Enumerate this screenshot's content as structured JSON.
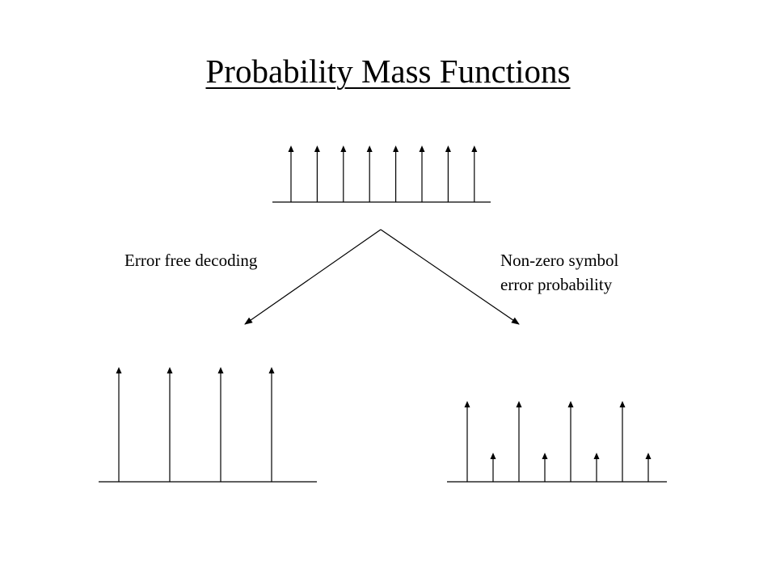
{
  "title": "Probability Mass Functions",
  "labels": {
    "left": "Error free decoding",
    "right_line1": "Non-zero symbol",
    "right_line2": "error probability"
  },
  "pmfs": {
    "top": {
      "impulse_count": 8,
      "relative_heights": [
        1,
        1,
        1,
        1,
        1,
        1,
        1,
        1
      ]
    },
    "bottom_left": {
      "impulse_count": 4,
      "relative_heights": [
        1,
        1,
        1,
        1
      ]
    },
    "bottom_right": {
      "impulse_count": 8,
      "relative_heights": [
        1,
        0.36,
        1,
        0.36,
        1,
        0.36,
        1,
        0.36
      ]
    }
  },
  "colors": {
    "ink": "#000000",
    "background": "#ffffff"
  }
}
